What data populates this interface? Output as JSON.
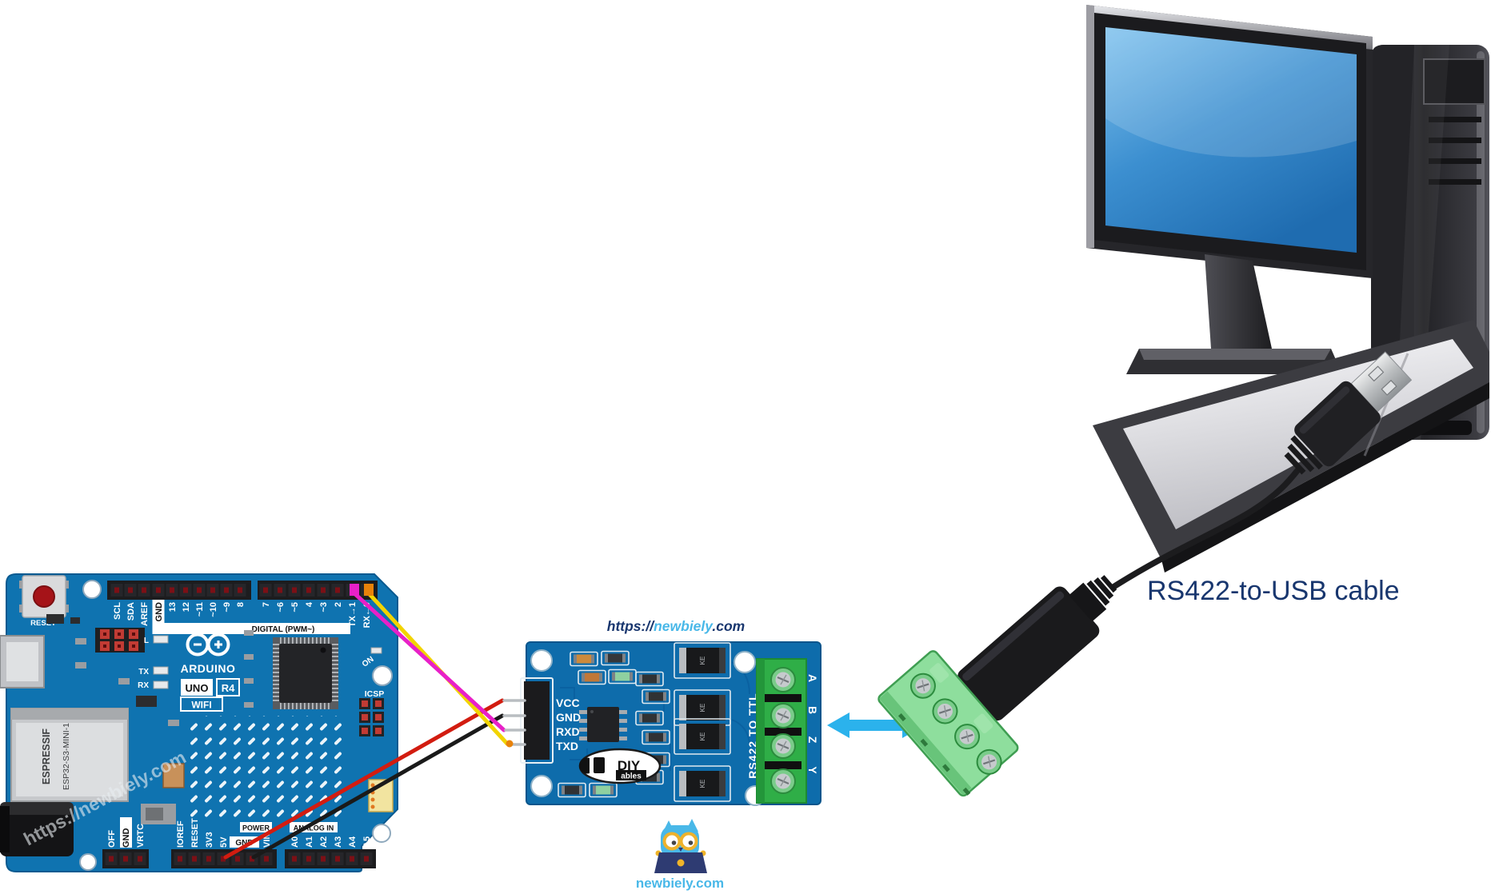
{
  "diagram": {
    "cable_label": "RS422-to-USB cable",
    "module_url": {
      "prefix": "https://",
      "name": "newbiely",
      "suffix": ".com"
    },
    "watermark": "https://newbiely.com",
    "footer_site": "newbiely.com"
  },
  "arduino": {
    "brand": "ARDUINO",
    "model_uno": "UNO",
    "model_r4": "R4",
    "model_wifi": "WIFI",
    "reset_button_label": "RESET",
    "digital_strip": "DIGITAL (PWM~)",
    "power_strip": "POWER",
    "analog_strip": "ANALOG IN",
    "icsp_label": "ICSP",
    "on_label": "ON",
    "led_labels": [
      "L",
      "TX",
      "RX"
    ],
    "top_pins": [
      "SCL",
      "SDA",
      "AREF",
      "GND",
      "13",
      "12",
      "~11",
      "~10",
      "~9",
      "8",
      "7",
      "~6",
      "~5",
      "4",
      "~3",
      "2",
      "TX→1",
      "RX←0"
    ],
    "bottom_left_pins": [
      "OFF",
      "GND",
      "VRTC"
    ],
    "power_pins": [
      "IOREF",
      "RESET",
      "3V3",
      "5V"
    ],
    "power_gnd_label": "GND",
    "power_vin_label": "VIN",
    "analog_pins": [
      "A0",
      "A1",
      "A2",
      "A3",
      "A4",
      "A5"
    ],
    "esp_module_line1": "ESPRESSIF",
    "esp_module_line2": "ESP32-S3-MINI-1"
  },
  "module": {
    "ttl_pins": [
      "VCC",
      "GND",
      "RXD",
      "TXD"
    ],
    "rs422_pins": [
      "A",
      "B",
      "Z",
      "Y"
    ],
    "title": "RS422 TO TTL",
    "logo_top": "DIY",
    "logo_bottom": "ables",
    "diode_marking": "KE"
  },
  "colors": {
    "wire_5v": "#d21c10",
    "wire_gnd": "#1a1a1a",
    "wire_rxd": "#e820c8",
    "wire_txd": "#f2d400",
    "arrow": "#2bb2ec",
    "arduino_pcb": "#0f73b0",
    "module_pcb": "#0e6cab",
    "terminal_green": "#2fae47",
    "cable_connector_green": "#8ede9d",
    "label_navy": "#18366e",
    "site_lightblue": "#49b8e8"
  }
}
